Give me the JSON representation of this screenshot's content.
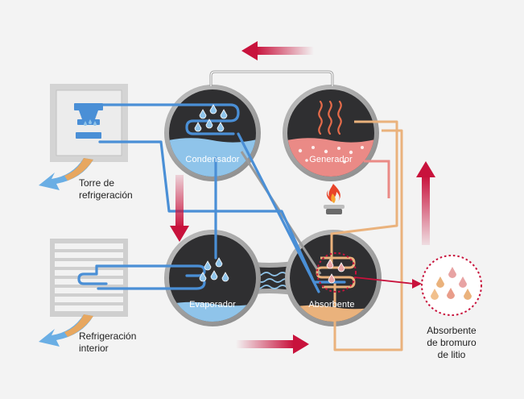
{
  "tanks": {
    "condenser": "Condensador",
    "generator": "Generador",
    "evaporator": "Evaporador",
    "absorber": "Absorbente"
  },
  "labels": {
    "cooling_tower": [
      "Torre de",
      "refrigeración"
    ],
    "indoor_cooling": [
      "Refrigeración",
      "interior"
    ],
    "absorbent": [
      "Absorbente",
      "de bromuro",
      "de litio"
    ]
  },
  "colors": {
    "background": "#f3f3f3",
    "cold_pipe": "#4a8fd6",
    "water": "#8fc4ea",
    "warm_pipe": "#eab27c",
    "solution": "#ea8a86",
    "flow_arrow": "#c8123c",
    "tank_dark": "#2f2f31",
    "tank_rim": "#a9a9a9",
    "unit_frame": "#d4d4d4",
    "fan_arrow": "#6aaee4",
    "fan_arrow_warm": "#e7a760"
  }
}
